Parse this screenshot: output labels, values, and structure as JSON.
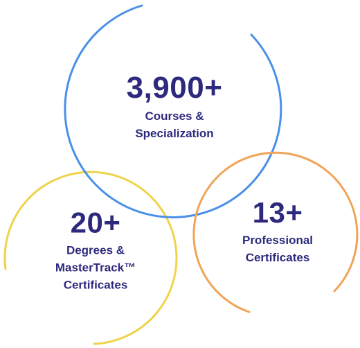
{
  "colors": {
    "courses_ring": "#4a90e8",
    "degrees_ring": "#efd34a",
    "certs_ring": "#f0a458",
    "text": "#2d2a7e"
  },
  "stats": [
    {
      "key": "courses",
      "value": "3,900+",
      "label_lines": [
        "Courses &",
        "Specialization"
      ]
    },
    {
      "key": "degrees",
      "value": "20+",
      "label_lines": [
        "Degrees &",
        "MasterTrack™",
        "Certificates"
      ]
    },
    {
      "key": "certs",
      "value": "13+",
      "label_lines": [
        "Professional",
        "Certificates"
      ]
    }
  ]
}
